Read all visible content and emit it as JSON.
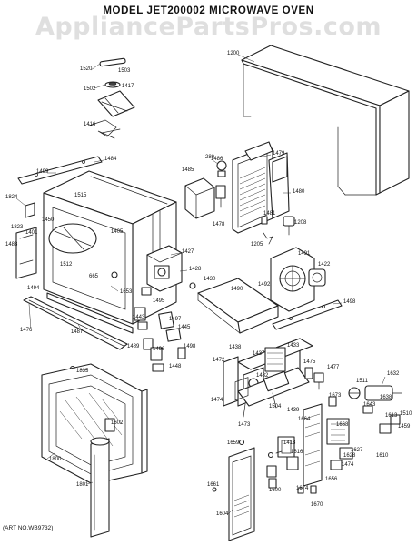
{
  "title": "MODEL  JET200002  MICROWAVE OVEN",
  "watermark": "AppliancePartsPros.com",
  "art_no": "(ART NO.WB9732)",
  "part_labels": [
    "1200",
    "1520",
    "1503",
    "1502",
    "1417",
    "1416",
    "280",
    "1479",
    "1486",
    "1484",
    "1499",
    "1515",
    "1485",
    "1480",
    "1824",
    "1823",
    "1450",
    "1401",
    "1405",
    "1488",
    "1512",
    "1481",
    "1208",
    "1478",
    "1205",
    "1427",
    "1491",
    "1422",
    "1428",
    "1430",
    "665",
    "1653",
    "1494",
    "1490",
    "1492",
    "1495",
    "1498",
    "1476",
    "1487",
    "1443",
    "1497",
    "1445",
    "1489",
    "1496",
    "1498",
    "1448",
    "1438",
    "1437",
    "1433",
    "1472",
    "1475",
    "1477",
    "1835",
    "1602",
    "1474",
    "1482",
    "1504",
    "1473",
    "1439",
    "1632",
    "1511",
    "1673",
    "1643",
    "1638",
    "1459",
    "1613",
    "1510",
    "1664",
    "1668",
    "1800",
    "1418",
    "1659",
    "1656",
    "1628",
    "1627",
    "1610",
    "1616",
    "1474",
    "1801",
    "1661",
    "1674",
    "1600",
    "1670",
    "1604"
  ]
}
